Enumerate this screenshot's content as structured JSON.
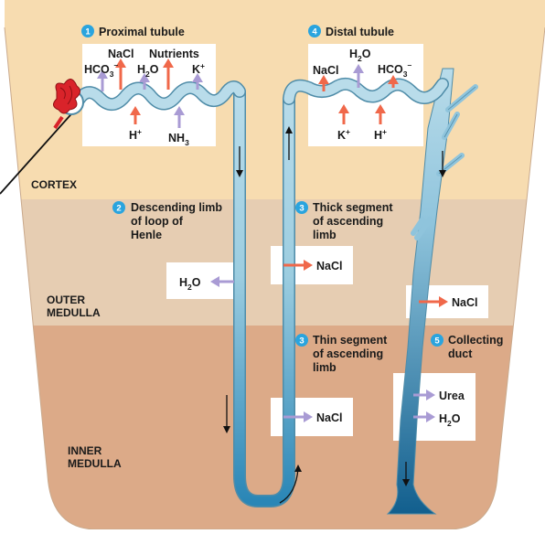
{
  "zones": {
    "cortex": "CORTEX",
    "outer_medulla": [
      "OUTER",
      "MEDULLA"
    ],
    "inner_medulla": [
      "INNER",
      "MEDULLA"
    ]
  },
  "steps": {
    "s1": {
      "num": "1",
      "label": "Proximal tubule"
    },
    "s2": {
      "num": "2",
      "lines": [
        "Descending limb",
        "of loop of",
        "Henle"
      ]
    },
    "s3a": {
      "num": "3",
      "lines": [
        "Thick segment",
        "of ascending",
        "limb"
      ]
    },
    "s3b": {
      "num": "3",
      "lines": [
        "Thin segment",
        "of ascending",
        "limb"
      ]
    },
    "s4": {
      "num": "4",
      "label": "Distal tubule"
    },
    "s5": {
      "num": "5",
      "lines": [
        "Collecting",
        "duct"
      ]
    }
  },
  "proximal": {
    "nacl": "NaCl",
    "nutrients": "Nutrients",
    "hco3": "HCO",
    "hco3_sub": "3",
    "hco3_sup": "–",
    "h2o_h": "H",
    "h2o_sub": "2",
    "h2o_o": "O",
    "k": "K",
    "k_sup": "+",
    "h": "H",
    "h_sup": "+",
    "nh": "NH",
    "nh_sub": "3"
  },
  "distal": {
    "h2o_h": "H",
    "h2o_sub": "2",
    "h2o_o": "O",
    "nacl": "NaCl",
    "hco3": "HCO",
    "hco3_sub": "3",
    "hco3_sup": "–",
    "k": "K",
    "k_sup": "+",
    "h": "H",
    "h_sup": "+"
  },
  "descending": {
    "h2o_h": "H",
    "h2o_sub": "2",
    "h2o_o": "O"
  },
  "thick_asc": {
    "nacl": "NaCl"
  },
  "thin_asc": {
    "nacl": "NaCl"
  },
  "collecting": {
    "nacl": "NaCl",
    "urea": "Urea",
    "h2o_h": "H",
    "h2o_sub": "2",
    "h2o_o": "O"
  },
  "colors": {
    "cortex": "#f7dcb0",
    "outer_medulla": "#e6cdb2",
    "inner_medulla": "#dcaa88",
    "tube_light": "#b9dcea",
    "tube_dark": "#1f7fb0",
    "tube_outline": "#4f8ca8",
    "secretion_arrow": "#f0684a",
    "reabsorb_arrow": "#a99bd4",
    "step_circle": "#2aa4de",
    "glomerulus": "#d9232a"
  }
}
